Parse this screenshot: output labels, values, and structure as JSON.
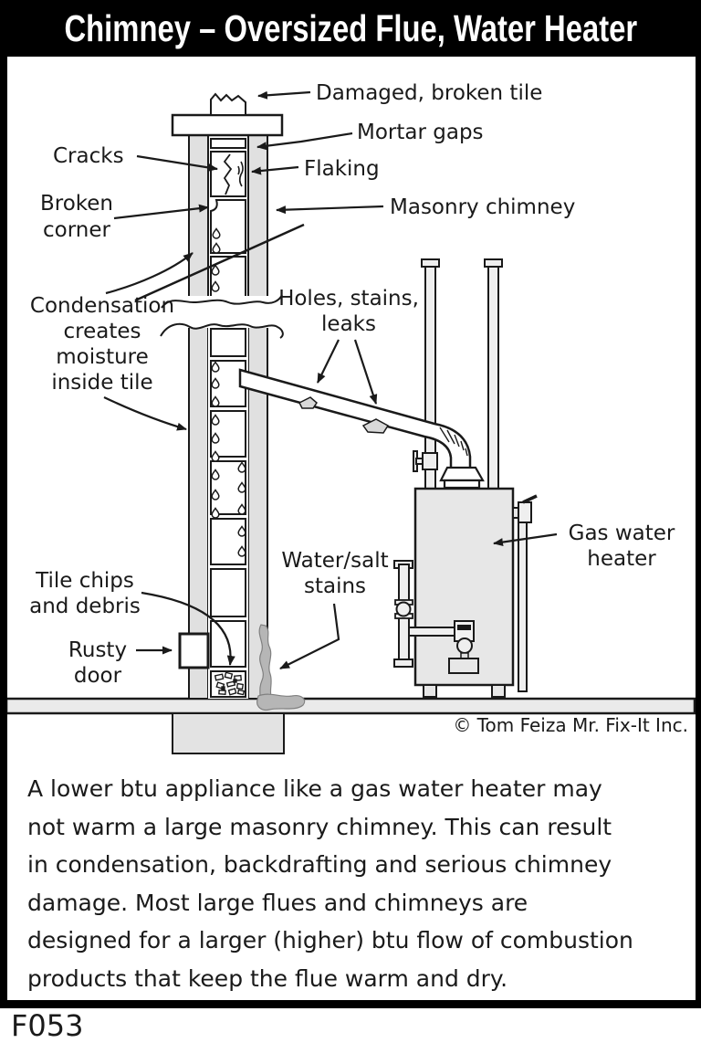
{
  "title": "Chimney – Oversized Flue, Water Heater",
  "figure_code": "F053",
  "copyright": "© Tom Feiza Mr. Fix-It Inc.",
  "labels": {
    "damaged_tile": [
      "Damaged, broken tile"
    ],
    "mortar_gaps": [
      "Mortar gaps"
    ],
    "cracks": [
      "Cracks"
    ],
    "flaking": [
      "Flaking"
    ],
    "masonry_chimney": [
      "Masonry chimney"
    ],
    "broken_corner": [
      "Broken",
      "corner"
    ],
    "condensation": [
      "Condensation",
      "creates",
      "moisture",
      "inside tile"
    ],
    "holes_stains_leaks": [
      "Holes, stains,",
      "leaks"
    ],
    "gas_water_heater": [
      "Gas water",
      "heater"
    ],
    "water_salt_stains": [
      "Water/salt",
      "stains"
    ],
    "tile_chips_debris": [
      "Tile chips",
      "and debris"
    ],
    "rusty_door": [
      "Rusty",
      "door"
    ]
  },
  "paragraph": {
    "lines": [
      "A lower btu appliance like a gas water heater may",
      "not warm a large masonry chimney. This can result",
      "in condensation, backdrafting and serious chimney",
      "damage. Most large flues and chimneys are",
      "designed for a larger (higher) btu flow of combustion",
      "products that keep the flue warm and dry."
    ]
  },
  "colors": {
    "line": "#1a1a1a",
    "title_bg": "#000000",
    "title_fg": "#ffffff",
    "wall_gray": "#e0e0e0",
    "floor_gray": "#eaeaea",
    "tank_gray": "#e7e7e7",
    "stain_gray": "#b6b6b6"
  }
}
